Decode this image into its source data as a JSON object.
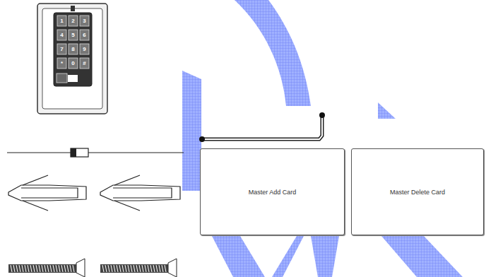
{
  "diagram": {
    "nodes": [
      {
        "text": [
          "Master Add Card"
        ]
      },
      {
        "text": [
          "Master Delete Card"
        ]
      }
    ],
    "labels": [
      "1",
      "2",
      "3",
      "4",
      "5",
      "6",
      "7",
      "8",
      "9",
      "*",
      "0",
      "#"
    ]
  }
}
